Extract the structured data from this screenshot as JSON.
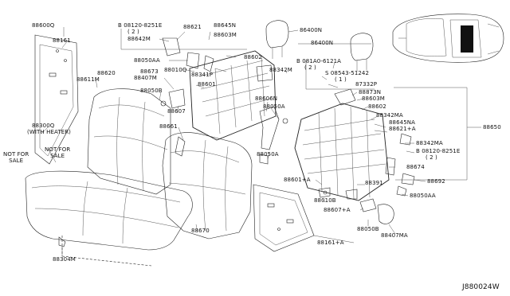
{
  "diagram_code": "J880024W",
  "labels": {
    "l88600q": "88600Q",
    "l88161": "88161",
    "l88611m": "88611M",
    "l88620": "88620",
    "bolt1_code": "B 08120-8251E",
    "bolt1_qty": "( 2 )",
    "l88621_top": "88621",
    "l88645n": "88645N",
    "l88603m_top": "88603M",
    "l88642m": "88642M",
    "l88602": "88602",
    "l88050aa_left": "88050AA",
    "l88010q": "88010Q",
    "l88341p": "88341P",
    "l88673": "88673",
    "l88407m": "88407M",
    "l88601_top": "88601",
    "l88050b_left": "88050B",
    "l88607_top": "88607",
    "l86400n_1": "86400N",
    "l86400n_2": "86400N",
    "l88342m_top": "88342M",
    "bolt2_code": "B 081A0-6121A",
    "bolt2_qty": "( 2 )",
    "screw_code": "S 08543-51242",
    "screw_qty": "( 1 )",
    "l87332p": "87332P",
    "l88873n": "88873N",
    "l88603m_right": "88603M",
    "l88602_right": "88602",
    "l88342ma": "88342MA",
    "l88645na": "88645NA",
    "l88621a": "88621+A",
    "l88650": "88650",
    "l88342ma_2": "88342MA",
    "bolt3_code": "B 08120-8251E",
    "bolt3_qty": "( 2 )",
    "l88674": "88674",
    "l88692": "88692",
    "l88050aa_right": "88050AA",
    "l88391": "88391",
    "l88601a": "88601+A",
    "l88010b": "88010B",
    "l88607a": "88607+A",
    "l88050b_right": "88050B",
    "l88407ma": "88407MA",
    "l88161a": "88161+A",
    "l88606n": "88606N",
    "l88050a_1": "88050A",
    "l88050a_2": "88050A",
    "l88661": "88661",
    "l88670": "88670",
    "l88300q": "88300Q",
    "with_heater": "(WITH HEATER)",
    "not_for_sale_1": "NOT FOR\nSALE",
    "not_for_sale_2": "NOT FOR\nSALE",
    "l88304m": "88304M"
  }
}
